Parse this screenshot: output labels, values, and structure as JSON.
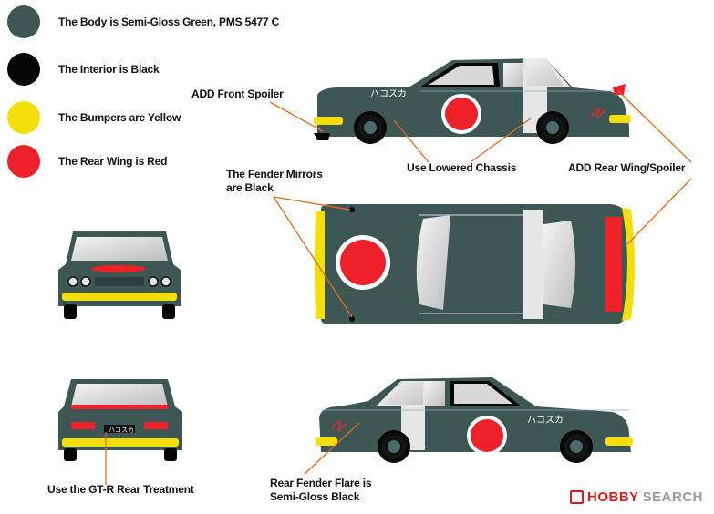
{
  "legend": [
    {
      "label": "The Body is Semi-Gloss Green, PMS 5477 C",
      "color": "#3d5755"
    },
    {
      "label": "The Interior is Black",
      "color": "#050505"
    },
    {
      "label": "The Bumpers are Yellow",
      "color": "#f5df0a"
    },
    {
      "label": "The Rear Wing is Red",
      "color": "#ec2129"
    }
  ],
  "annotations": {
    "front_spoiler": "ADD Front Spoiler",
    "lowered_chassis": "Use Lowered Chassis",
    "rear_wing": "ADD Rear Wing/Spoiler",
    "fender_mirrors_line1": "The Fender Mirrors",
    "fender_mirrors_line2": "are Black",
    "gtr_rear": "Use the GT-R Rear Treatment",
    "rear_fender_line1": "Rear Fender Flare is",
    "rear_fender_line2": "Semi-Gloss Black"
  },
  "car_lettering": "ハコスカ",
  "watermark": {
    "brand": "HOBBY",
    "suffix": "SEARCH"
  },
  "colors": {
    "body": "#3d5755",
    "interior": "#050505",
    "bumper": "#f5df0a",
    "wing": "#ec2129",
    "window": "#e3e3e3",
    "leader": "#e46a1b"
  }
}
